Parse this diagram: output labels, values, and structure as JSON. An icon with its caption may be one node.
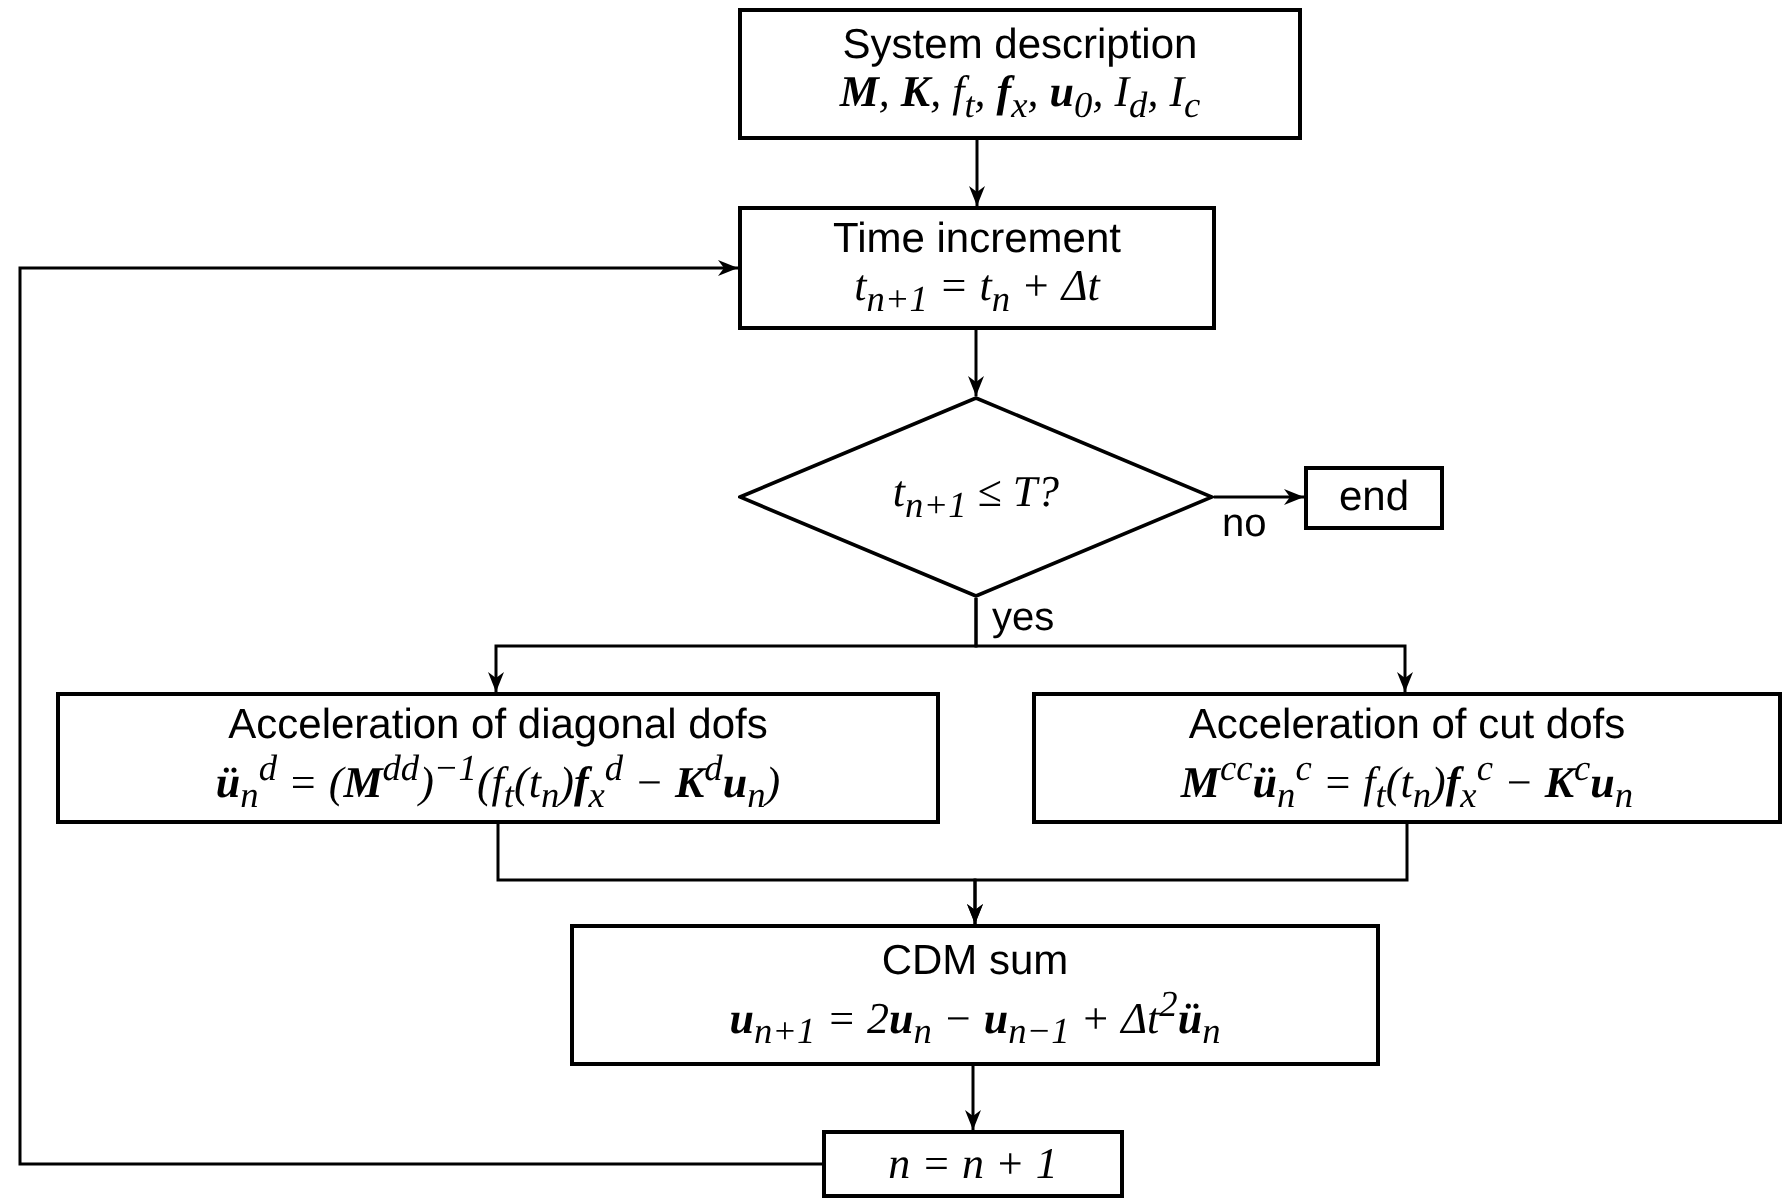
{
  "diagram": {
    "nodes": [
      {
        "text": [
          "System description",
          "**M**, **K**, f$_{t}$, **f**$_{x}$, **u**$_{0}$, I$_{d}$, I$_{c}$"
        ]
      },
      {
        "text": [
          "Time increment",
          "t$_{n+1}$ = t$_{n}$ + Δt"
        ]
      },
      {
        "text": [
          "t$_{n+1}$ ≤ T?"
        ]
      },
      {
        "text": [
          "end"
        ]
      },
      {
        "text": [
          "Acceleration of diagonal dofs",
          "**ü**$_{n}$$^{d}$ = (**M**$^{dd}$)$^{−1}$(f$_{t}$(t$_{n}$)**f**$_{x}$$^{d}$ − **K**$^{d}$**u**$_{n}$)"
        ]
      },
      {
        "text": [
          "Acceleration of cut dofs",
          "**M**$^{cc}$**ü**$_{n}$$^{c}$ = f$_{t}$(t$_{n}$)**f**$_{x}$$^{c}$ − **K**$^{c}$**u**$_{n}$"
        ]
      },
      {
        "text": [
          "CDM sum",
          "**u**$_{n+1}$ = 2**u**$_{n}$ − **u**$_{n−1}$ + Δt$^{2}$**ü**$_{n}$"
        ]
      },
      {
        "text": [
          "n = n + 1"
        ]
      }
    ],
    "edges": [
      {
        "from": 0,
        "to": 1,
        "arrow": "to"
      },
      {
        "from": 1,
        "to": 2,
        "arrow": "to"
      },
      {
        "from": 2,
        "to": 3,
        "arrow": "to",
        "label": "no"
      },
      {
        "from": 2,
        "to": 4,
        "arrow": "to",
        "label": "yes"
      },
      {
        "from": 2,
        "to": 5,
        "arrow": "to"
      },
      {
        "from": 4,
        "to": 6,
        "arrow": "to"
      },
      {
        "from": 5,
        "to": 6,
        "arrow": "to"
      },
      {
        "from": 6,
        "to": 7,
        "arrow": "to"
      },
      {
        "from": 7,
        "to": 1,
        "arrow": "to"
      }
    ]
  }
}
